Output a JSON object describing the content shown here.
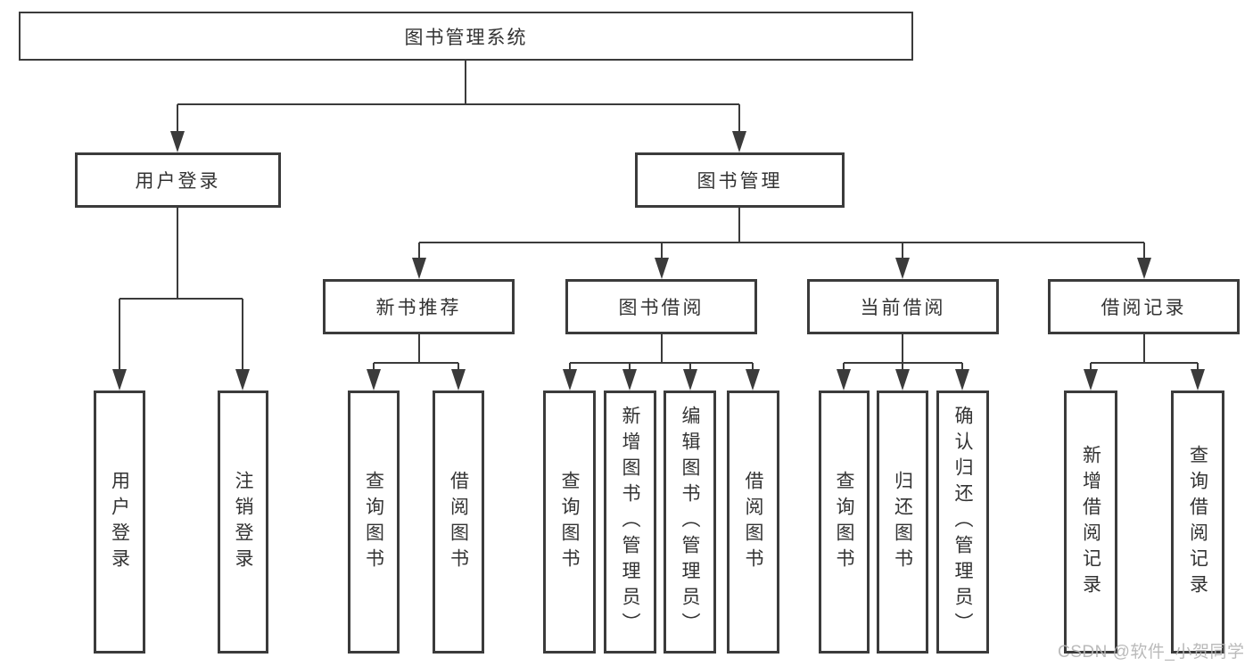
{
  "diagram": {
    "root": "图书管理系统",
    "branches": [
      {
        "label": "用户登录",
        "children": [
          "用户登录",
          "注销登录"
        ]
      },
      {
        "label": "图书管理",
        "groups": [
          {
            "label": "新书推荐",
            "children": [
              "查询图书",
              "借阅图书"
            ]
          },
          {
            "label": "图书借阅",
            "children": [
              "查询图书",
              "新增图书（管理员）",
              "编辑图书（管理员）",
              "借阅图书"
            ]
          },
          {
            "label": "当前借阅",
            "children": [
              "查询图书",
              "归还图书",
              "确认归还（管理员）"
            ]
          },
          {
            "label": "借阅记录",
            "children": [
              "新增借阅记录",
              "查询借阅记录"
            ]
          }
        ]
      }
    ]
  },
  "watermark": {
    "text": "CSDN @软件_小贺同学"
  },
  "colors": {
    "line": "#3b3b3b",
    "text": "#333333",
    "background": "#ffffff",
    "watermark": "#b5b5b5"
  }
}
